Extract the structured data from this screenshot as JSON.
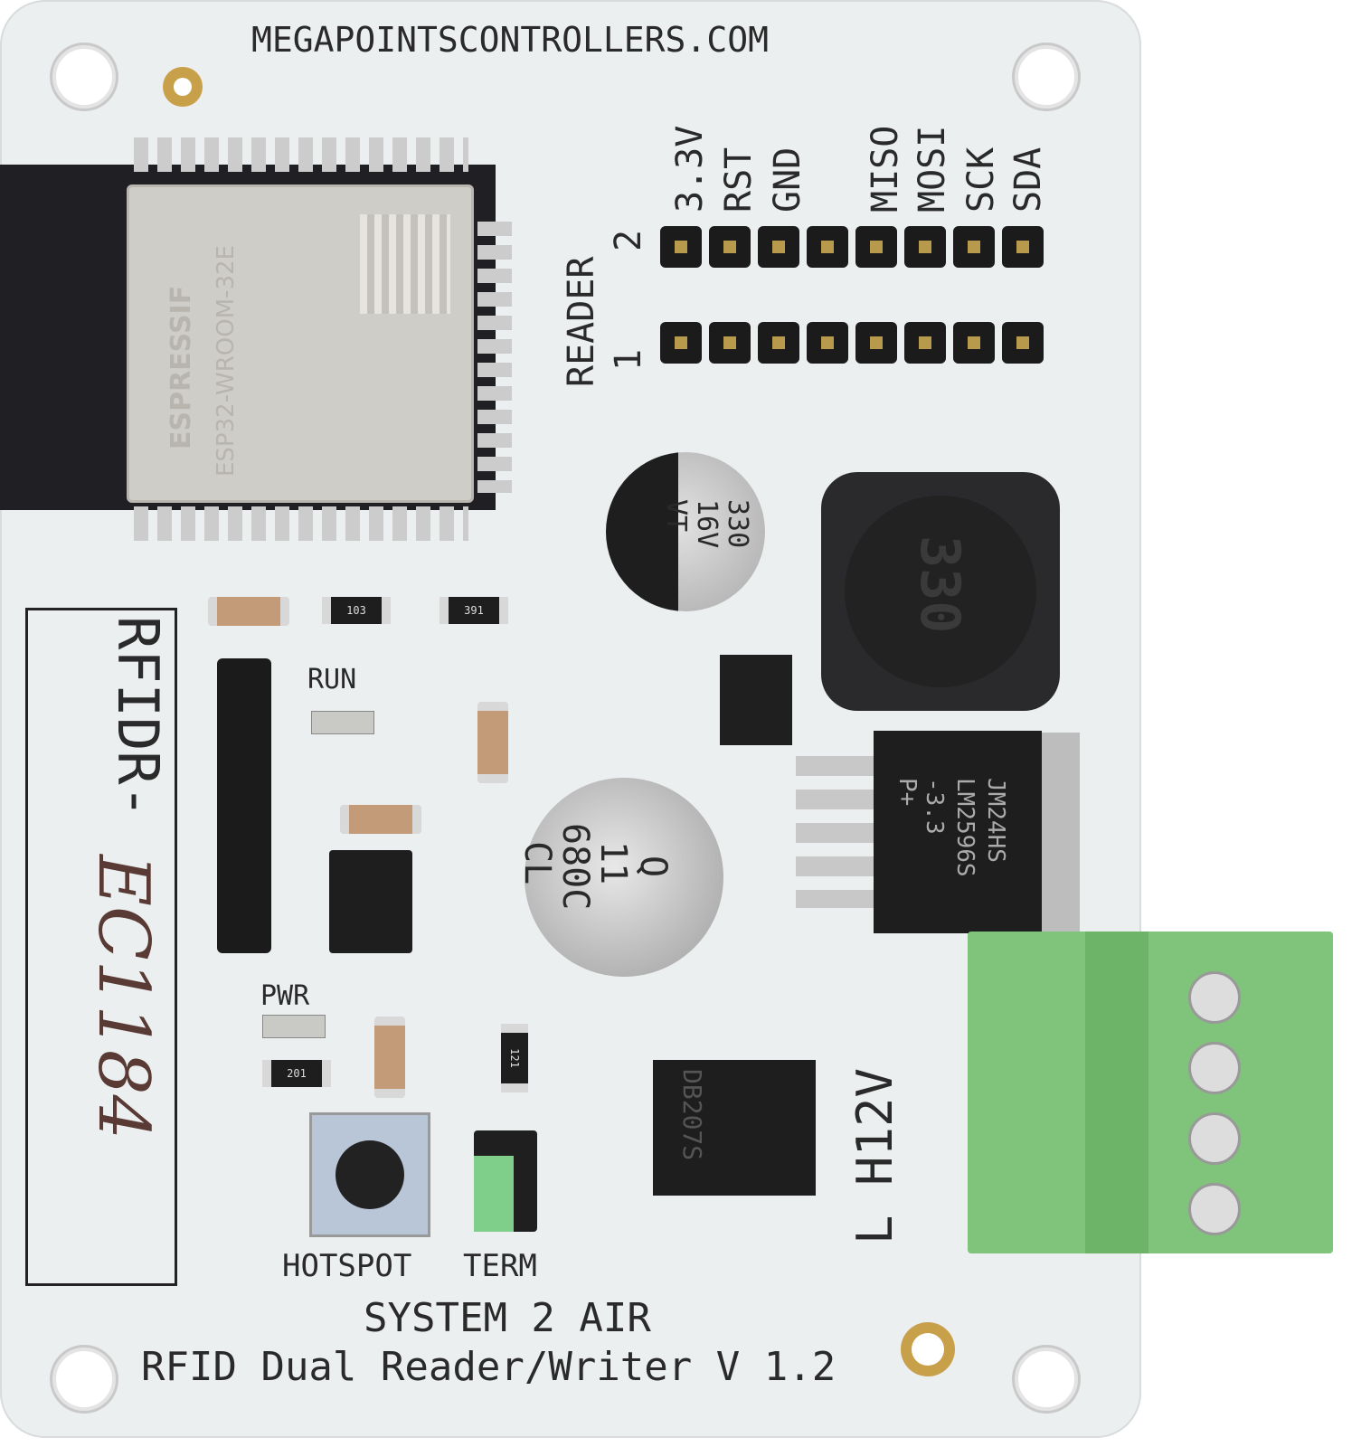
{
  "board": {
    "website": "MEGAPOINTSCONTROLLERS.COM",
    "title_line1": "SYSTEM 2 AIR",
    "title_line2": "RFID Dual Reader/Writer V 1.2",
    "colors": {
      "pcb": "#eceff0",
      "silkscreen": "#2a2a2a",
      "terminal_block": "#7fc47a",
      "module_shield": "#cfcdc8"
    }
  },
  "header_pins": {
    "labels": [
      "3.3V",
      "RST",
      "GND",
      "",
      "MISO",
      "MOSI",
      "SCK",
      "SDA"
    ],
    "reader_label": "READER",
    "row_1": "1",
    "row_2": "2"
  },
  "esp_module": {
    "brand": "ESPRESSIF",
    "model": "ESP32-WROOM-32E"
  },
  "labels": {
    "run": "RUN",
    "pwr": "PWR",
    "hotspot": "HOTSPOT",
    "term": "TERM",
    "power_input": "L H12V"
  },
  "sticker": {
    "printed": "RFIDR-",
    "handwritten": "EC1184"
  },
  "components": {
    "res_103": "103",
    "res_391": "391",
    "res_201": "201",
    "res_121": "121",
    "cap_small": [
      "330",
      "16V",
      "VT"
    ],
    "cap_large": [
      "Q",
      "11",
      "680C",
      "CL"
    ],
    "regulator": [
      "JM24HS",
      "LM2596S",
      "-3.3  P+"
    ],
    "inductor": "330",
    "bridge": "DB207S"
  }
}
